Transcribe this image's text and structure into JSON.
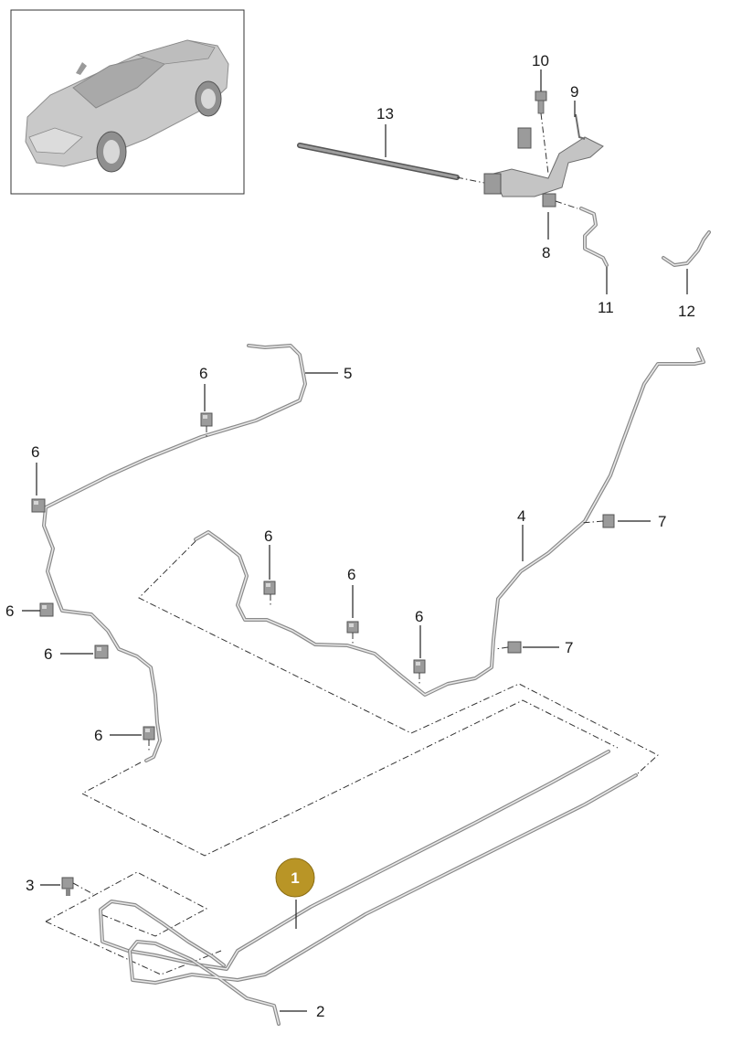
{
  "diagram": {
    "callouts": {
      "c1": "1",
      "c2": "2",
      "c3": "3",
      "c4": "4",
      "c5": "5",
      "c6a": "6",
      "c6b": "6",
      "c6c": "6",
      "c6d": "6",
      "c6e": "6",
      "c6f": "6",
      "c6g": "6",
      "c6h": "6",
      "c7a": "7",
      "c7b": "7",
      "c8": "8",
      "c9": "9",
      "c10": "10",
      "c11": "11",
      "c12": "12",
      "c13": "13"
    },
    "highlight_color": "#b99526"
  }
}
